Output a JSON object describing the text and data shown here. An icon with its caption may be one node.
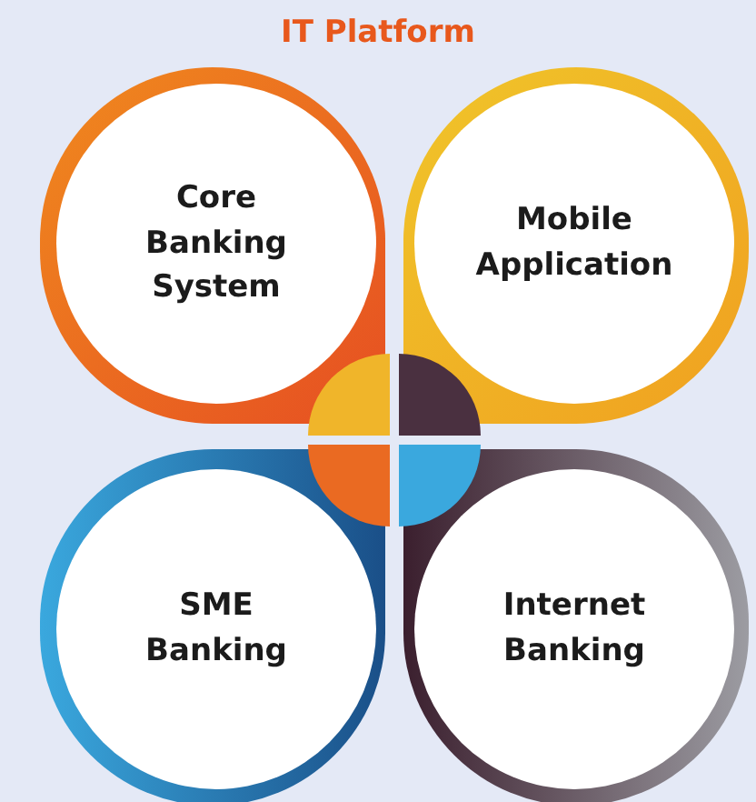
{
  "diagram": {
    "title": "IT Platform",
    "nodes": [
      {
        "text": [
          "Core Banking System"
        ]
      },
      {
        "text": [
          "Mobile Application"
        ]
      },
      {
        "text": [
          "SME Banking"
        ]
      },
      {
        "text": [
          "Internet Banking"
        ]
      }
    ]
  }
}
